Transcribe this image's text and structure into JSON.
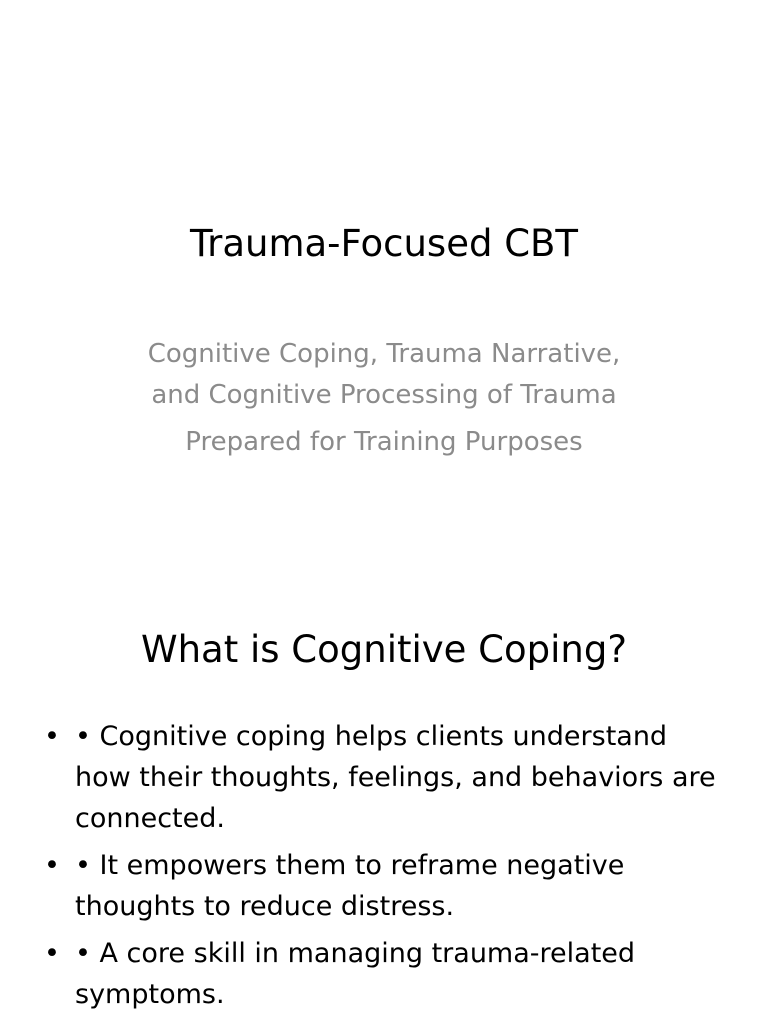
{
  "slides": [
    {
      "title": "Trauma-Focused CBT",
      "subtitle_lines": [
        "Cognitive Coping, Trauma Narrative,",
        "and Cognitive Processing of Trauma",
        "Prepared for Training Purposes"
      ]
    },
    {
      "title": "What is Cognitive Coping?",
      "bullet_marker": "•",
      "bullets": [
        "• Cognitive coping helps clients understand how their thoughts, feelings, and behaviors are connected.",
        "• It empowers them to reframe negative thoughts to reduce distress.",
        "• A core skill in managing trauma-related symptoms."
      ]
    }
  ]
}
